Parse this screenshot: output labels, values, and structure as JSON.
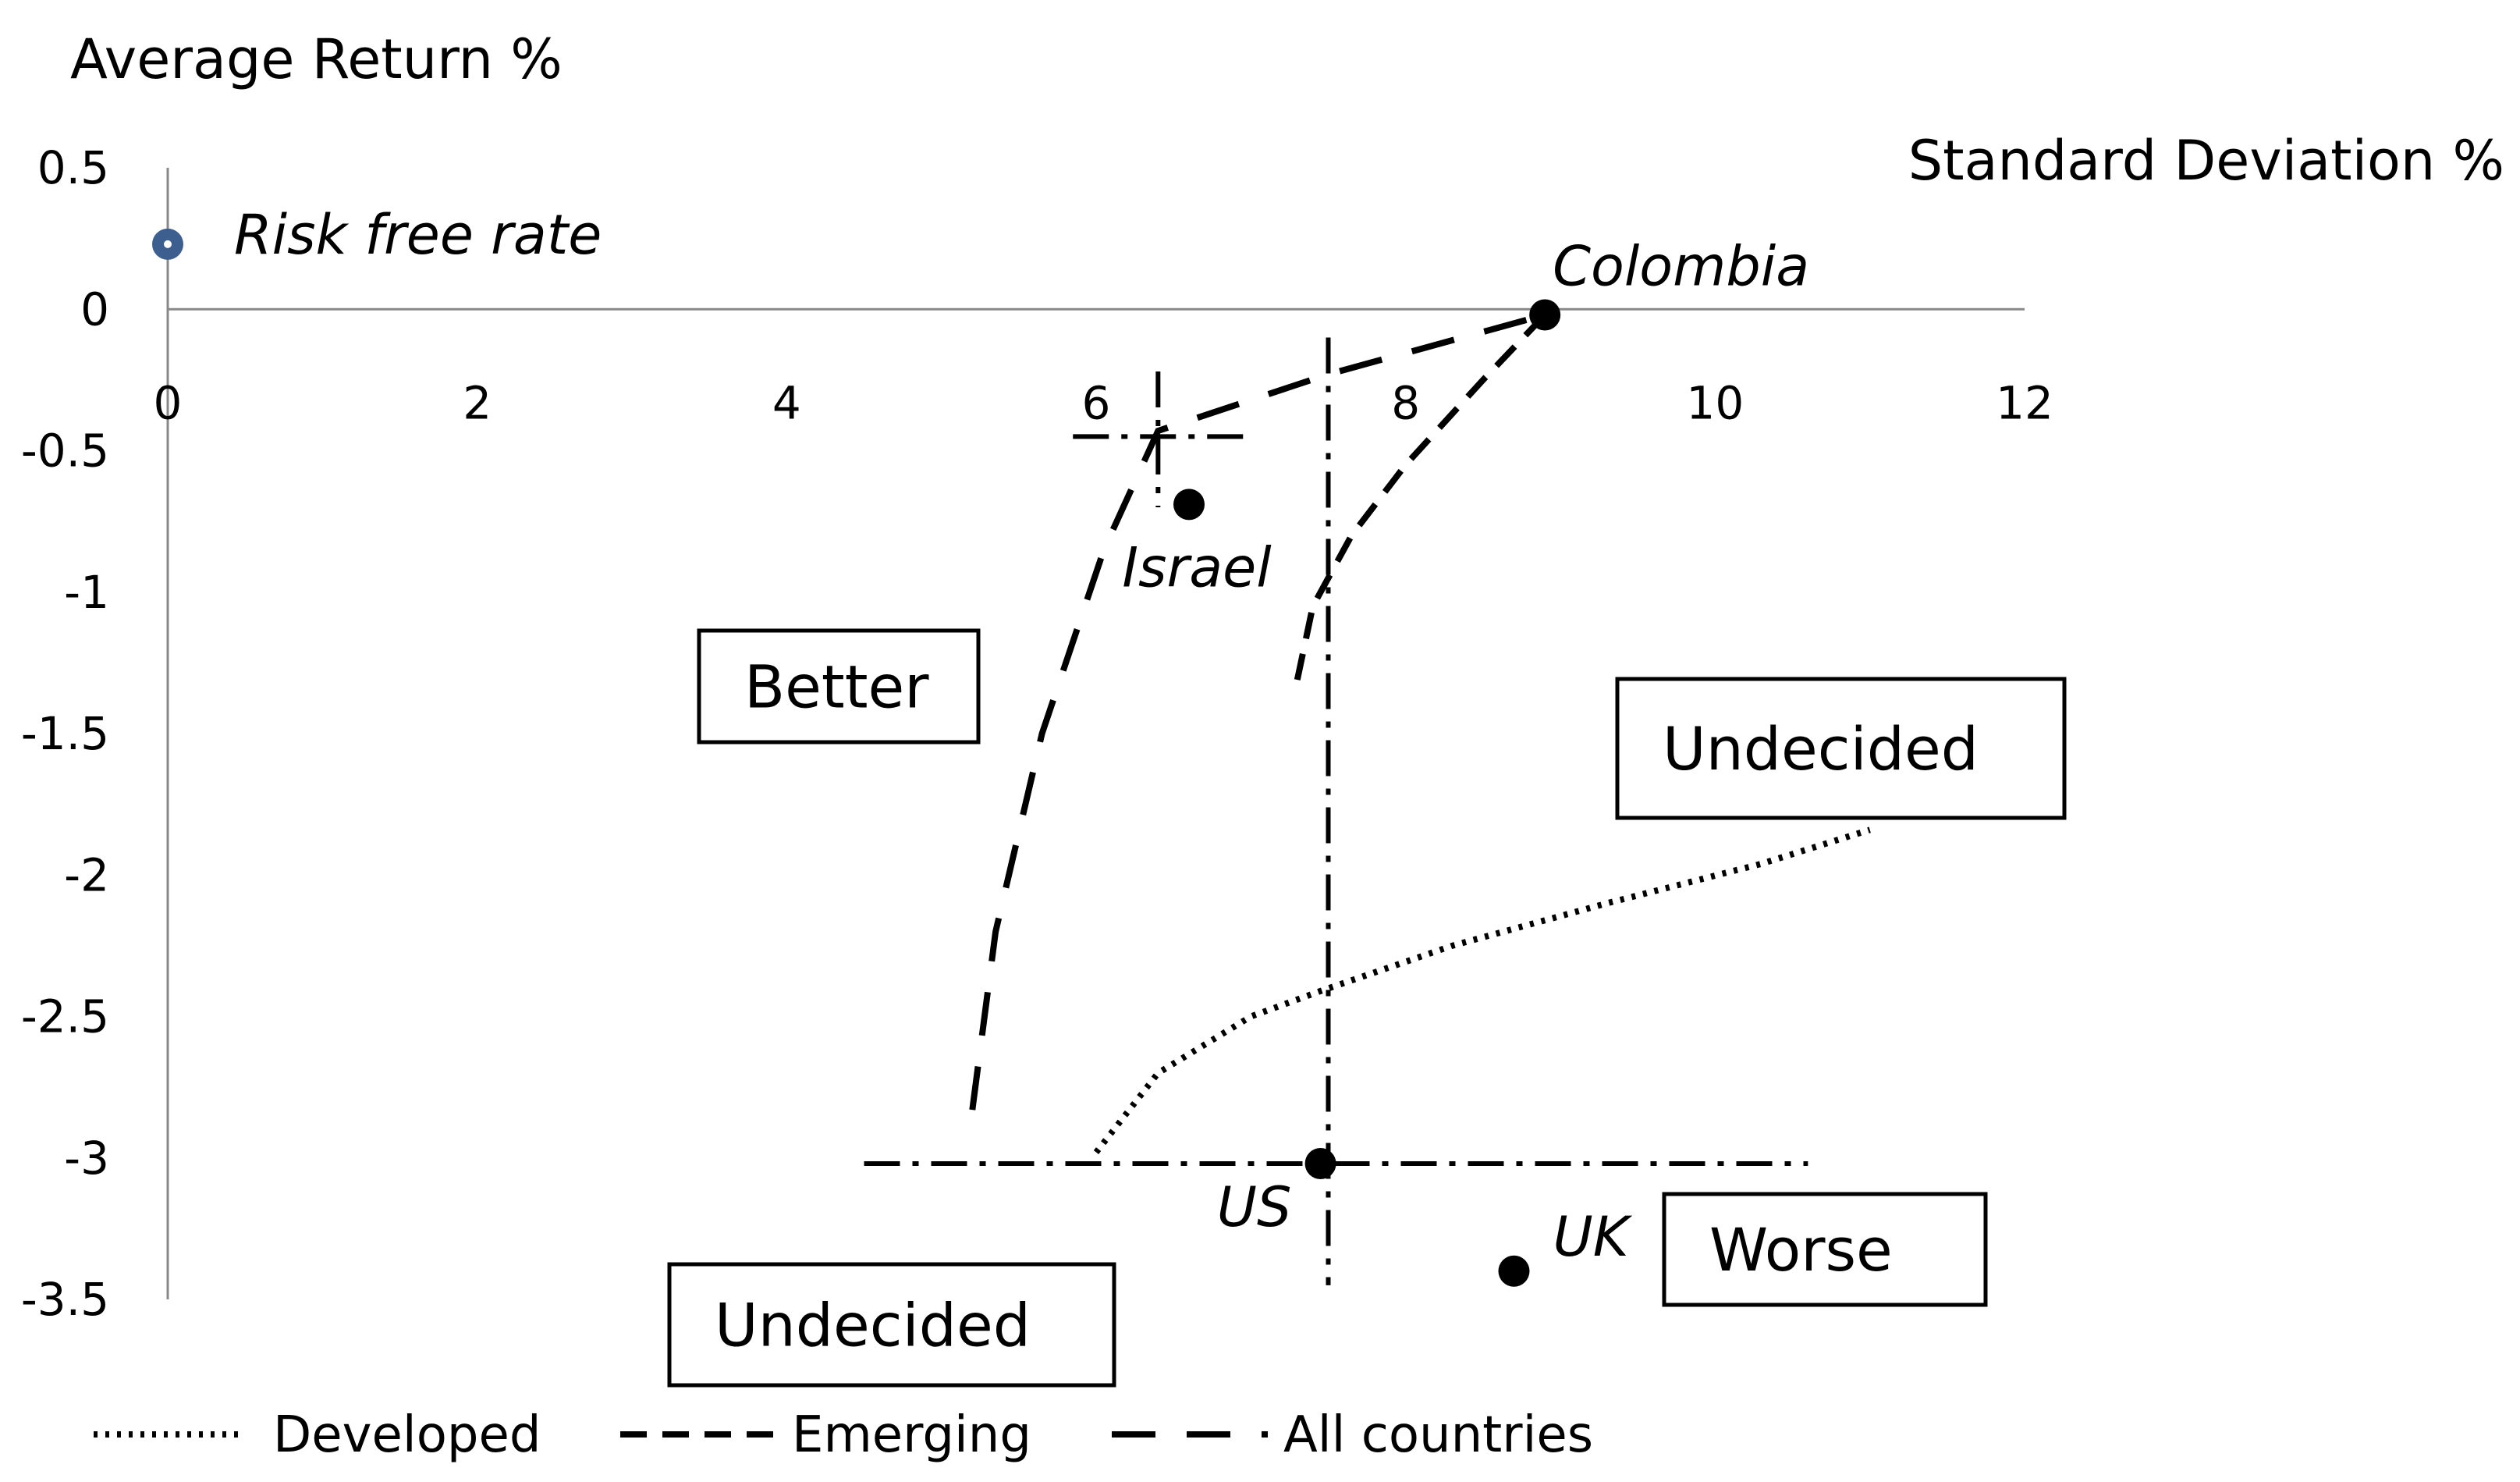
{
  "chart_data": {
    "type": "scatter",
    "ylabel": "Average Return %",
    "xlabel": "Standard Deviation %",
    "xlim": [
      0,
      12
    ],
    "ylim": [
      -3.5,
      0.5
    ],
    "xticks": [
      "0",
      "2",
      "4",
      "6",
      "8",
      "10",
      "12"
    ],
    "yticks": [
      "0.5",
      "0",
      "-0.5",
      "-1",
      "-1.5",
      "-2",
      "-2.5",
      "-3",
      "-3.5"
    ],
    "xtick_values": [
      0,
      2,
      4,
      6,
      8,
      10,
      12
    ],
    "ytick_values": [
      0.5,
      0,
      -0.5,
      -1,
      -1.5,
      -2,
      -2.5,
      -3,
      -3.5
    ],
    "grid": false,
    "points": [
      {
        "label": "Risk free rate",
        "x": 0,
        "y": 0.23,
        "color": "#3d5f8f"
      },
      {
        "label": "Colombia",
        "x": 8.9,
        "y": -0.02,
        "color": "#000000"
      },
      {
        "label": "Israel",
        "x": 6.6,
        "y": -0.69,
        "color": "#000000"
      },
      {
        "label": "US",
        "x": 7.45,
        "y": -3.02,
        "color": "#000000"
      },
      {
        "label": "UK",
        "x": 8.7,
        "y": -3.4,
        "color": "#000000"
      }
    ],
    "series": [
      {
        "name": "Developed",
        "style": "dotted",
        "x": [
          6.0,
          6.4,
          7.0,
          7.45,
          8.3,
          9.3,
          10.3,
          11.0
        ],
        "y": [
          -2.98,
          -2.7,
          -2.5,
          -2.41,
          -2.25,
          -2.1,
          -1.96,
          -1.84
        ]
      },
      {
        "name": "Emerging",
        "style": "short-dash",
        "x": [
          7.3,
          7.4,
          7.65,
          8.0,
          8.5,
          8.9
        ],
        "y": [
          -1.31,
          -1.05,
          -0.8,
          -0.55,
          -0.25,
          -0.02
        ]
      },
      {
        "name": "All countries",
        "style": "long-dash",
        "x": [
          5.2,
          5.35,
          5.65,
          6.05,
          6.4,
          7.5,
          8.9
        ],
        "y": [
          -2.83,
          -2.2,
          -1.5,
          -0.85,
          -0.43,
          -0.23,
          -0.02
        ]
      }
    ],
    "crosshairs": [
      {
        "x": 6.4,
        "y": -0.45,
        "x_span": [
          5.85,
          6.95
        ],
        "y_span": [
          -0.22,
          -0.7
        ]
      },
      {
        "x": 7.5,
        "y": -3.02,
        "x_span": [
          4.5,
          10.6
        ],
        "y_span": [
          -0.1,
          -3.45
        ]
      }
    ],
    "regions": [
      {
        "label": "Better"
      },
      {
        "label": "Undecided"
      },
      {
        "label": "Undecided"
      },
      {
        "label": "Worse"
      }
    ]
  }
}
